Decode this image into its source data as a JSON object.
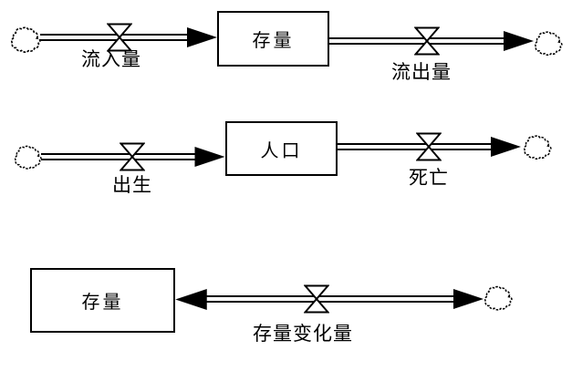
{
  "diagram": {
    "title": "stock-and-flow-diagram",
    "background_color": "#ffffff",
    "stroke_color": "#000000",
    "rows": [
      {
        "stock_label": "存量",
        "inflow_label": "流入量",
        "outflow_label": "流出量"
      },
      {
        "stock_label": "人口",
        "inflow_label": "出生",
        "outflow_label": "死亡"
      },
      {
        "stock_label": "存量",
        "biflow_label": "存量变化量"
      }
    ]
  }
}
